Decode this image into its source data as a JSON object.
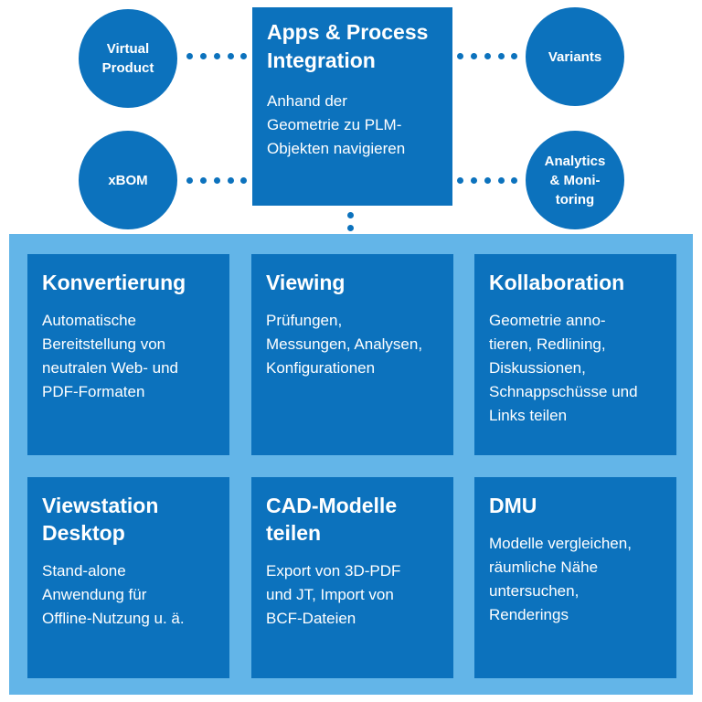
{
  "center": {
    "title": "Apps & Process\nIntegration",
    "desc": "Anhand der\nGeometrie zu PLM-\nObjekten navigieren"
  },
  "satellites": {
    "virtual_product": "Virtual\nProduct",
    "xbom": "xBOM",
    "variants": "Variants",
    "analytics": "Analytics\n& Moni-\ntoring"
  },
  "modules": {
    "konvertierung": {
      "title": "Konvertierung",
      "desc": "Automatische\nBereitstellung von\nneutralen Web- und\nPDF-Formaten"
    },
    "viewing": {
      "title": "Viewing",
      "desc": "Prüfungen,\nMessungen, Analysen,\nKonfigurationen"
    },
    "kollaboration": {
      "title": "Kollaboration",
      "desc": "Geometrie anno-\ntieren, Redlining,\nDiskussionen,\nSchnappschüsse und\nLinks teilen"
    },
    "viewstation": {
      "title": "Viewstation\nDesktop",
      "desc": "Stand-alone\nAnwendung für\nOffline-Nutzung u. ä."
    },
    "cad": {
      "title": "CAD-Modelle\nteilen",
      "desc": "Export von 3D-PDF\nund JT, Import von\nBCF-Dateien"
    },
    "dmu": {
      "title": "DMU",
      "desc": "Modelle vergleichen,\nräumliche Nähe\nuntersuchen,\nRenderings"
    }
  },
  "colors": {
    "box_blue": "#0c72bd",
    "platform_light_blue": "#63b5e8",
    "text": "#ffffff"
  }
}
